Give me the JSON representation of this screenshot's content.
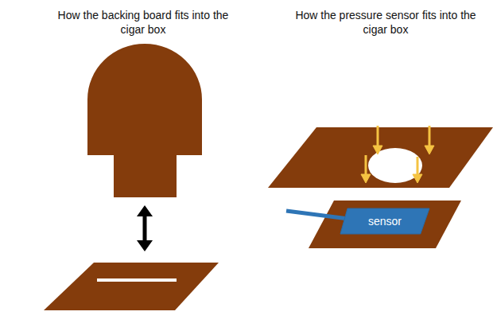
{
  "diagram": {
    "nodes": [
      {
        "text": [
          "sensor"
        ]
      }
    ],
    "labels": [
      "How the backing board fits into the cigar box",
      "How the pressure sensor fits into the cigar box"
    ]
  }
}
